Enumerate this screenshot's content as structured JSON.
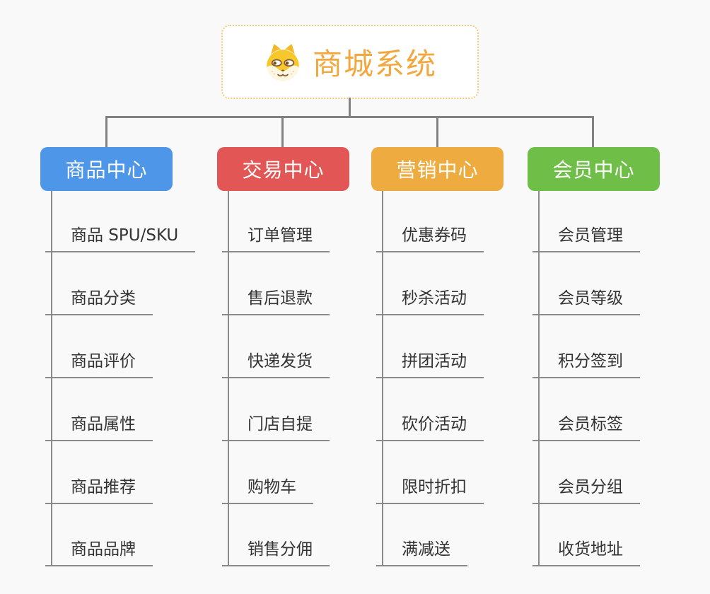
{
  "root": {
    "title": "商城系统",
    "title_color": "#f2a83e",
    "border_color": "#f3c879",
    "icon": "shiba-dog-icon"
  },
  "connector_color": "#828282",
  "branches": [
    {
      "label": "商品中心",
      "color": "#4d96e8",
      "children": [
        "商品 SPU/SKU",
        "商品分类",
        "商品评价",
        "商品属性",
        "商品推荐",
        "商品品牌"
      ]
    },
    {
      "label": "交易中心",
      "color": "#e25755",
      "children": [
        "订单管理",
        "售后退款",
        "快递发货",
        "门店自提",
        "购物车",
        "销售分佣"
      ]
    },
    {
      "label": "营销中心",
      "color": "#eeac40",
      "children": [
        "优惠券码",
        "秒杀活动",
        "拼团活动",
        "砍价活动",
        "限时折扣",
        "满减送"
      ]
    },
    {
      "label": "会员中心",
      "color": "#6ebe47",
      "children": [
        "会员管理",
        "会员等级",
        "积分签到",
        "会员标签",
        "会员分组",
        "收货地址"
      ]
    }
  ]
}
